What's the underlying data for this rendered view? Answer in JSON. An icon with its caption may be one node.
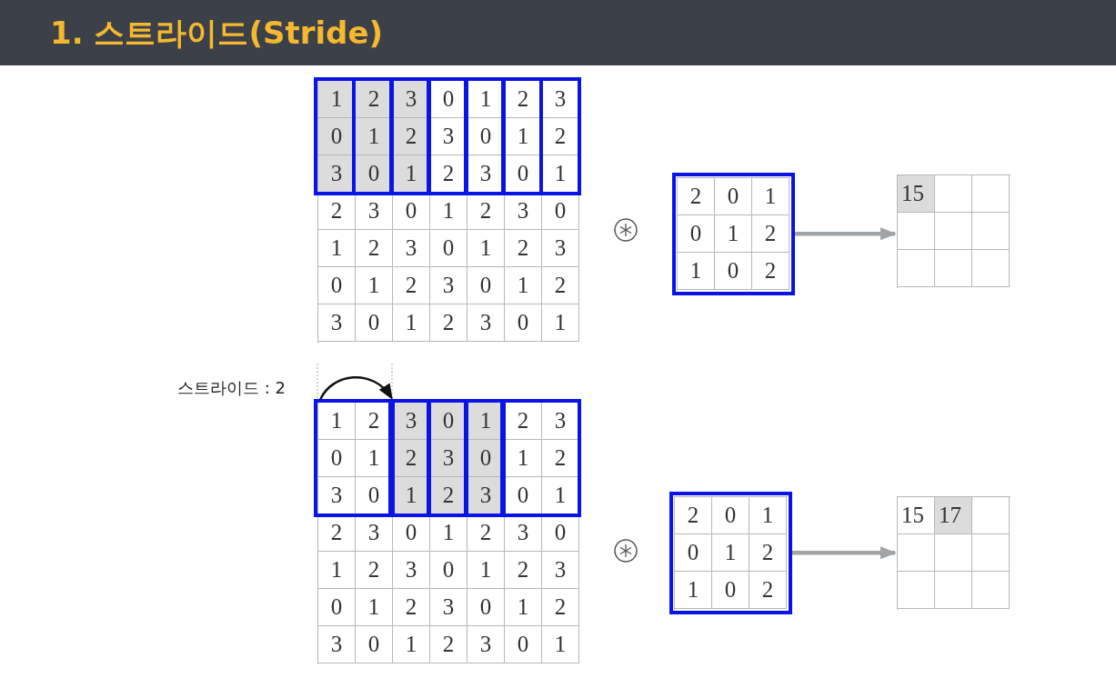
{
  "diagram": {
    "title": "1. 스트라이드(Stride)",
    "nodes": [
      {
        "text": [
          "1",
          "2",
          "3",
          "0",
          "1",
          "2",
          "3",
          "0",
          "1",
          "2",
          "3",
          "0",
          "1",
          "2",
          "3",
          "0",
          "1",
          "2",
          "3",
          "0",
          "1",
          "2",
          "3",
          "0",
          "1",
          "2",
          "3",
          "0",
          "1",
          "2",
          "3",
          "0",
          "1",
          "2",
          "3",
          "0",
          "1",
          "2",
          "3",
          "0",
          "1",
          "2",
          "3",
          "0",
          "1",
          "2",
          "3",
          "0",
          "1"
        ]
      },
      {
        "text": [
          "2",
          "0",
          "1",
          "0",
          "1",
          "2",
          "1",
          "0",
          "2"
        ]
      },
      {
        "text": [
          "15"
        ]
      },
      {
        "text": [
          "1",
          "2",
          "3",
          "0",
          "1",
          "2",
          "3",
          "0",
          "1",
          "2",
          "3",
          "0",
          "1",
          "2",
          "3",
          "0",
          "1",
          "2",
          "3",
          "0",
          "1",
          "2",
          "3",
          "0",
          "1",
          "2",
          "3",
          "0",
          "1",
          "2",
          "3",
          "0",
          "1",
          "2",
          "3",
          "0",
          "1",
          "2",
          "3",
          "0",
          "1",
          "2",
          "3",
          "0",
          "1",
          "2",
          "3",
          "0",
          "1"
        ]
      },
      {
        "text": [
          "2",
          "0",
          "1",
          "0",
          "1",
          "2",
          "1",
          "0",
          "2"
        ]
      },
      {
        "text": [
          "15",
          "17"
        ]
      }
    ],
    "edges": [
      {
        "from": 1,
        "to": 2,
        "arrow": "to"
      },
      {
        "from": 4,
        "to": 5,
        "arrow": "to"
      }
    ],
    "labels": [
      "스트라이드 : 2"
    ]
  }
}
